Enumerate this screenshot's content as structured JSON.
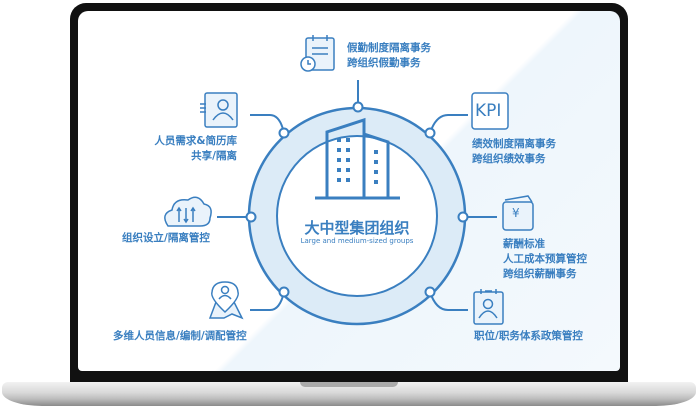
{
  "center": {
    "title": "大中型集团组织",
    "subtitle": "Large and medium-sized groups"
  },
  "nodes": [
    {
      "icon": "calendar-clock-icon",
      "lines": [
        "假勤制度隔离事务",
        "跨组织假勤事务"
      ]
    },
    {
      "icon": "resume-icon",
      "lines": [
        "人员需求&简历库",
        "共享/隔离"
      ]
    },
    {
      "icon": "kpi-icon",
      "kpi": "KPI",
      "lines": [
        "绩效制度隔离事务",
        "跨组织绩效事务"
      ]
    },
    {
      "icon": "cloud-icon",
      "lines": [
        "组织设立/隔离管控"
      ]
    },
    {
      "icon": "wallet-yen-icon",
      "yen": "¥",
      "lines": [
        "薪酬标准",
        "人工成本预算管控",
        "跨组织薪酬事务"
      ]
    },
    {
      "icon": "map-pin-person-icon",
      "lines": [
        "多维人员信息/编制/调配管控"
      ]
    },
    {
      "icon": "badge-person-icon",
      "lines": [
        "职位/职务体系政策管控"
      ]
    }
  ],
  "colors": {
    "accent": "#3a7fc0",
    "ring": "#dcebf7"
  }
}
